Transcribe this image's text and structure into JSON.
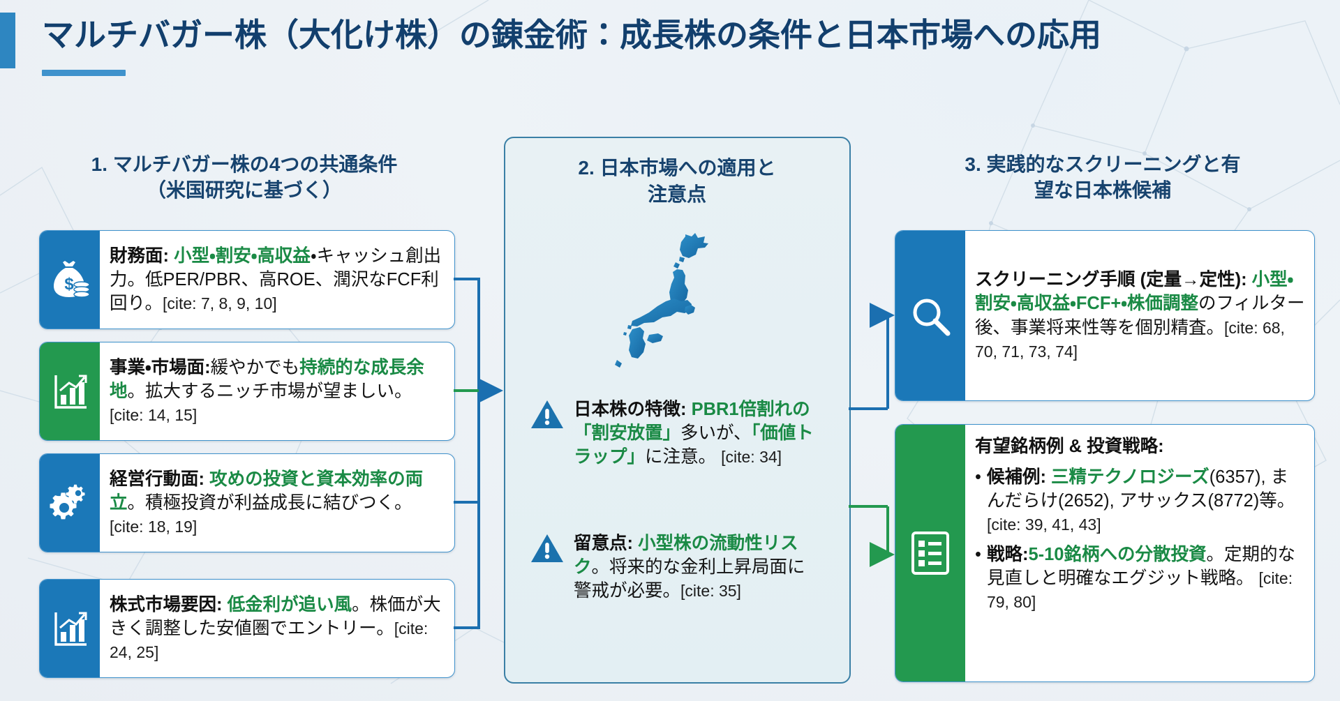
{
  "header": {
    "title": "マルチバガー株（大化け株）の錬金術：成長株の条件と日本市場への応用",
    "accent_color": "#2e86c1",
    "title_color": "#123f6d"
  },
  "colors": {
    "blue": "#1b78b8",
    "green": "#23994f",
    "highlight_green": "#1a8a45",
    "heading_navy": "#17436e",
    "panel_border": "#3a7fa5",
    "background": "#eef2f6"
  },
  "columns": [
    {
      "id": "col1",
      "heading": "1. マルチバガー株の4つの共通条件（米国研究に基づく）",
      "heading_line1": "1. マルチバガー株の4つの共通条件",
      "heading_line2": "（米国研究に基づく）",
      "cards": [
        {
          "id": "c1-finance",
          "accent": "blue",
          "icon": "money-bag-icon",
          "label": "財務面:",
          "highlight": "小型・割安・高収益",
          "rest": "・キャッシュ創出力。低PER/PBR、高ROE、潤沢なFCF利回り。",
          "cite": "[cite: 7, 8, 9, 10]"
        },
        {
          "id": "c2-business",
          "accent": "green",
          "icon": "bar-chart-up-icon",
          "label": "事業・市場面:",
          "pre": "緩やかでも",
          "highlight": "持続的な成長余地",
          "rest": "。拡大するニッチ市場が望ましい。",
          "cite": "[cite: 14, 15]"
        },
        {
          "id": "c3-management",
          "accent": "blue",
          "icon": "gears-icon",
          "label": "経営行動面:",
          "highlight": "攻めの投資と資本効率の両立",
          "rest": "。積極投資が利益成長に結びつく。",
          "cite": "[cite: 18, 19]"
        },
        {
          "id": "c4-market",
          "accent": "blue",
          "icon": "bar-chart-up-icon",
          "label": "株式市場要因:",
          "highlight": "低金利が追い風",
          "rest": "。株価が大きく調整した安値圏でエントリー。",
          "cite": "[cite: 24, 25]"
        }
      ]
    },
    {
      "id": "col2",
      "heading": "2. 日本市場への適用と注意点",
      "heading_line1": "2. 日本市場への適用と",
      "heading_line2": "注意点",
      "map_icon": "japan-map-icon",
      "items": [
        {
          "id": "m1-jp-feature",
          "icon": "warning-triangle-icon",
          "label": "日本株の特徴:",
          "highlight": "PBR1倍割れの「割安放置」",
          "mid": "多いが、",
          "highlight2": "「価値トラップ」",
          "rest": "に注意。",
          "cite": "[cite: 34]"
        },
        {
          "id": "m2-caution",
          "icon": "warning-triangle-icon",
          "label": "留意点:",
          "highlight": "小型株の流動性リスク",
          "rest": "。将来的な金利上昇局面に警戒が必要。",
          "cite": "[cite: 35]"
        }
      ]
    },
    {
      "id": "col3",
      "heading": "3. 実践的なスクリーニングと有望な日本株候補",
      "heading_line1": "3. 実践的なスクリーニングと有",
      "heading_line2": "望な日本株候補",
      "cards": [
        {
          "id": "c5-screening",
          "accent": "blue",
          "icon": "magnifier-icon",
          "label": "スクリーニング手順 (定量→定性):",
          "highlight": "小型・割安・高収益・FCF+・株価調整",
          "rest": "のフィルター後、事業将来性等を個別精査。",
          "cite": "[cite: 68, 70, 71, 73, 74]"
        },
        {
          "id": "c6-candidates",
          "accent": "green",
          "icon": "checklist-icon",
          "title": "有望銘柄例 & 投資戦略:",
          "bullets": [
            {
              "label": "候補例:",
              "highlight": "三精テクノロジーズ",
              "rest": "(6357), まんだらけ(2652), アサックス(8772)等。",
              "cite": "[cite: 39, 41, 43]"
            },
            {
              "label": "戦略:",
              "highlight": "5-10銘柄への分散投資",
              "rest": "。定期的な見直しと明確なエグジット戦略。",
              "cite": "[cite: 79, 80]"
            }
          ]
        }
      ]
    }
  ]
}
